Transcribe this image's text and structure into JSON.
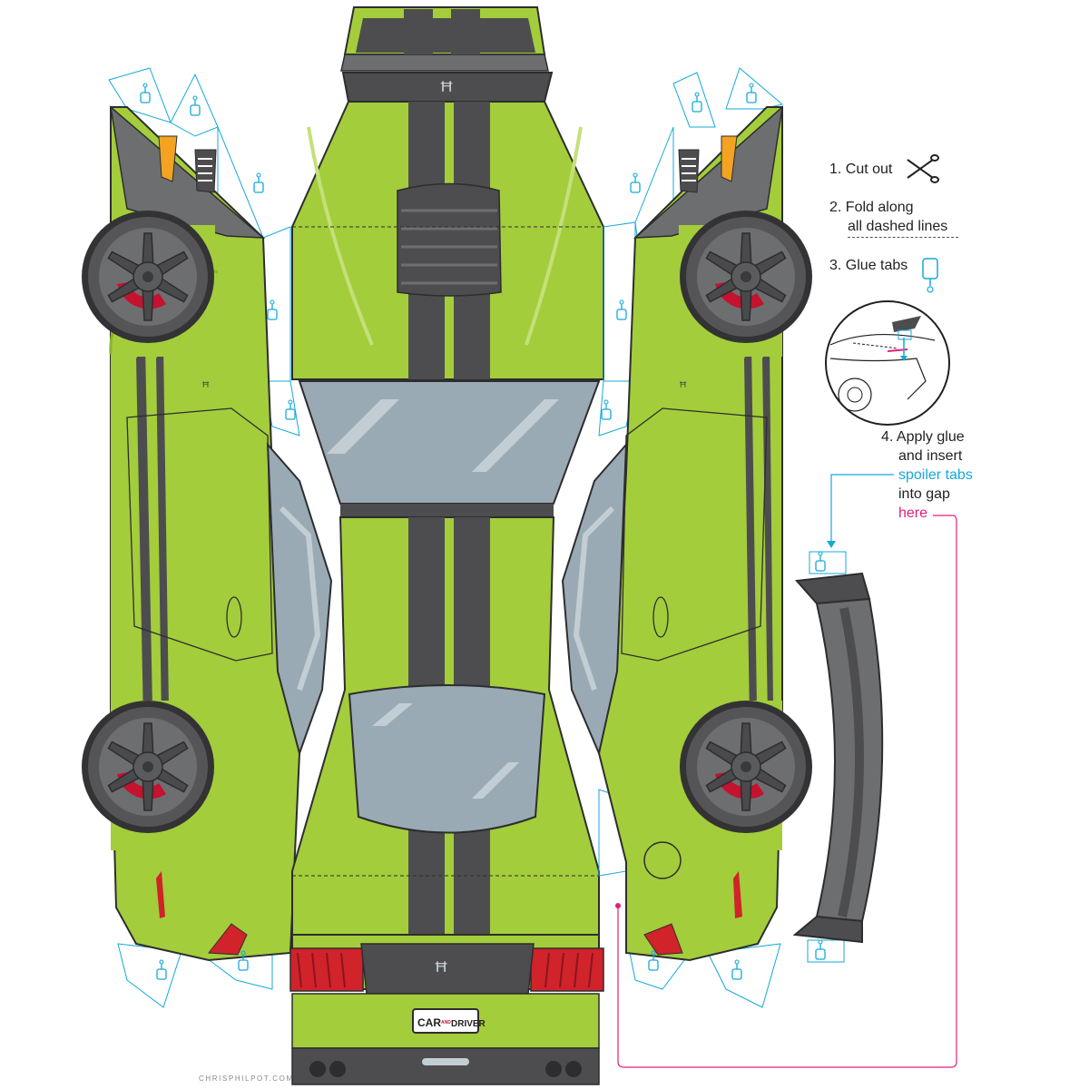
{
  "instructions": {
    "step1": "1. Cut out",
    "step2_line1": "2. Fold along",
    "step2_line2": "all dashed lines",
    "step3": "3. Glue tabs",
    "step4_line1": "4. Apply glue",
    "step4_line2": "and insert",
    "step4_line3": "spoiler tabs",
    "step4_line4": "into gap",
    "step4_line5": "here"
  },
  "branding": {
    "plate_left": "CAR",
    "plate_mid": "AND",
    "plate_right": "DRIVER",
    "credit": "CHRISPHILPOT.COM"
  },
  "colors": {
    "body_green": "#a3cd3b",
    "body_light": "#c5e07a",
    "body_dark": "#8ab52c",
    "stripe": "#4d4d4f",
    "glass": "#9aaab4",
    "glass_light": "#c3ced4",
    "tab_line": "#14a9d9",
    "guide_cyan": "#14a9d9",
    "guide_pink": "#e0207a",
    "brake_red": "#c4122f",
    "taillight_red": "#d0232a"
  },
  "icons": [
    "scissors-icon",
    "glue-bottle-icon",
    "tire-icon",
    "cobra-emblem-icon"
  ]
}
